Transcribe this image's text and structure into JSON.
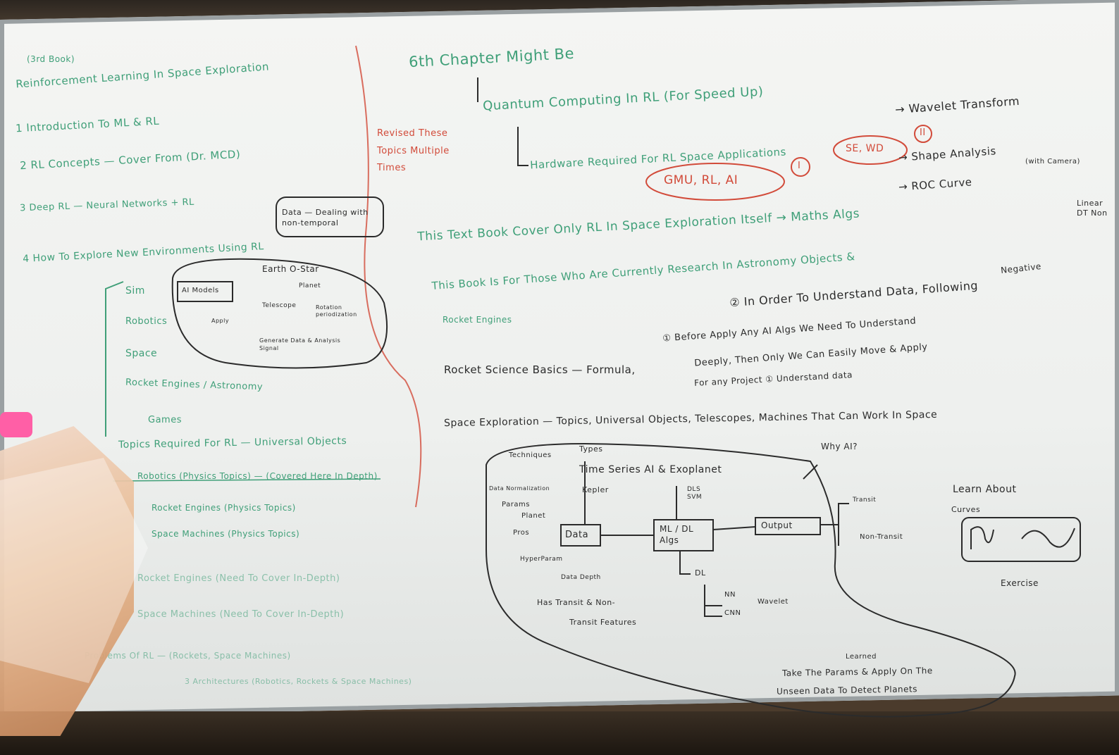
{
  "left": {
    "title1": "(3rd Book)",
    "title2": "Reinforcement Learning In Space Exploration",
    "items": [
      "1 Introduction To ML & RL",
      "2 RL Concepts — Cover From (Dr. MCD)",
      "3 Deep RL — Neural Networks + RL",
      "4 How To Explore New Environments Using RL"
    ],
    "callout": "Data — Dealing with non-temporal",
    "subitems": [
      "Sim",
      "Robotics",
      "Space",
      "Rocket Engines / Astronomy",
      "Games"
    ],
    "diagram": {
      "box": "AI Models",
      "star": "Earth O-Star",
      "planet": "Planet",
      "telescope": "Telescope",
      "rotation": "Rotation periodization",
      "apply": "Apply",
      "generate": "Generate Data & Analysis Signal"
    },
    "required": "Topics Required For RL — Universal Objects",
    "req_items": [
      "Robotics (Physics Topics) — (Covered Here In Depth)",
      "Rocket Engines (Physics Topics)",
      "Space Machines (Physics Topics)"
    ],
    "lower_items": [
      "Rocket Engines (Need To Cover In-Depth)",
      "Space Machines (Need To Cover In-Depth)",
      "Problems Of RL — (Rockets, Space Machines)",
      "3 Architectures (Robotics, Rockets & Space Machines)"
    ]
  },
  "right": {
    "chapter": "6th Chapter Might Be",
    "quantum": "Quantum Computing In RL (For Speed Up)",
    "hardware": "Hardware Required For RL Space Applications",
    "arrow_w": "→ Wavelet Transform",
    "gmu": "GMU, RL, AI",
    "seq": "SE, WD",
    "n1": "I",
    "n2": "II",
    "shape": "→ Shape Analysis",
    "shape_sub": "(with Camera)",
    "rocc": "→ ROC Curve",
    "revised": "Revised These Topics Multiple Times",
    "textbook": "This Text Book Cover Only RL In Space Exploration Itself → Maths Algs",
    "linear": "Linear DT Non",
    "forwho": "This Book Is For Those Who Are Currently Research In Astronomy Objects &",
    "rocket_engines": "Rocket Engines",
    "negative": "Negative",
    "order": "② In Order To Understand Data, Following",
    "before1": "① Before Apply Any AI Algs We Need To Understand",
    "before2": "Deeply, Then Only We Can Easily Move & Apply",
    "before3": "For any Project ① Understand data",
    "science": "Rocket Science Basics — Formula,",
    "space": "Space Exploration — Topics, Universal Objects, Telescopes, Machines That Can Work In Space",
    "whyai": "Why AI?",
    "diag": {
      "techniques": "Techniques",
      "types": "Types",
      "timeseries": "Time Series AI & Exoplanet",
      "datanorm": "Data Normalization",
      "kepler": "Kepler",
      "params": "Params",
      "planet": "Planet",
      "pros": "Pros",
      "data": "Data",
      "hyper": "HyperParam",
      "datadepth": "Data Depth",
      "mlbox": "ML / DL Algs",
      "cls": "DLS SVM",
      "output": "Output",
      "transit": "Transit",
      "nontransit": "Non-Transit",
      "dl": "DL",
      "nn": "NN",
      "cnn": "CNN",
      "wavelet": "Wavelet",
      "hastransit": "Has Transit & Non-",
      "features": "Transit Features",
      "learned": "Learned",
      "take": "Take The Params & Apply On The",
      "unseen": "Unseen Data To Detect Planets"
    },
    "learn": "Learn About",
    "curves": "Curves",
    "exercise": "Exercise"
  },
  "colors": {
    "green": "#3f9f78",
    "black": "#2b2b2b",
    "red": "#d24b3a"
  }
}
